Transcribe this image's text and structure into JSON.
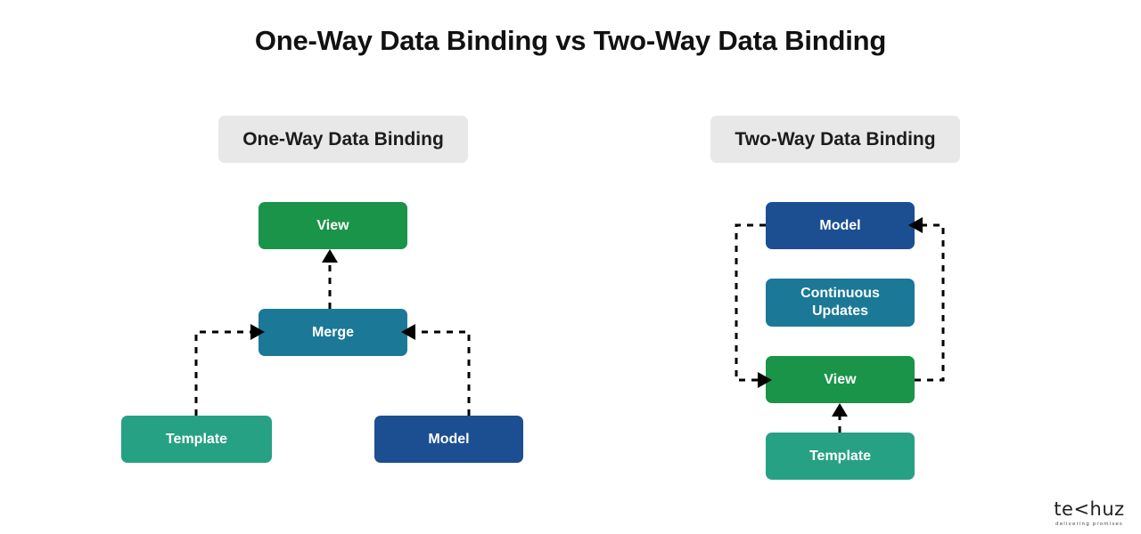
{
  "page": {
    "title": "One-Way Data Binding vs Two-Way Data Binding",
    "background_color": "#ffffff"
  },
  "colors": {
    "pill_background": "#e8e8e8",
    "title_text": "#111111",
    "view_green": "#1a9448",
    "merge_teal": "#1b7897",
    "template_green": "#27a183",
    "model_blue": "#1b4f91",
    "connector": "#000000",
    "node_text": "#ffffff"
  },
  "sections": {
    "one_way": {
      "header": "One-Way Data Binding",
      "nodes": {
        "view": "View",
        "merge": "Merge",
        "template": "Template",
        "model": "Model"
      },
      "flows": [
        {
          "from": "Template",
          "to": "Merge",
          "style": "dashed-arrow"
        },
        {
          "from": "Model",
          "to": "Merge",
          "style": "dashed-arrow"
        },
        {
          "from": "Merge",
          "to": "View",
          "style": "dashed-arrow"
        }
      ]
    },
    "two_way": {
      "header": "Two-Way Data Binding",
      "nodes": {
        "model": "Model",
        "continuous_updates": "Continuous Updates",
        "continuous_updates_line1": "Continuous",
        "continuous_updates_line2": "Updates",
        "view": "View",
        "template": "Template"
      },
      "flows": [
        {
          "from": "Model",
          "to": "View",
          "style": "dashed-arrow"
        },
        {
          "from": "View",
          "to": "Model",
          "style": "dashed-arrow"
        },
        {
          "from": "Template",
          "to": "View",
          "style": "dashed-arrow"
        }
      ]
    }
  },
  "brand": {
    "wordmark_part1": "te",
    "wordmark_mark": "<",
    "wordmark_part2": "huz",
    "tagline": "delivering promises"
  }
}
